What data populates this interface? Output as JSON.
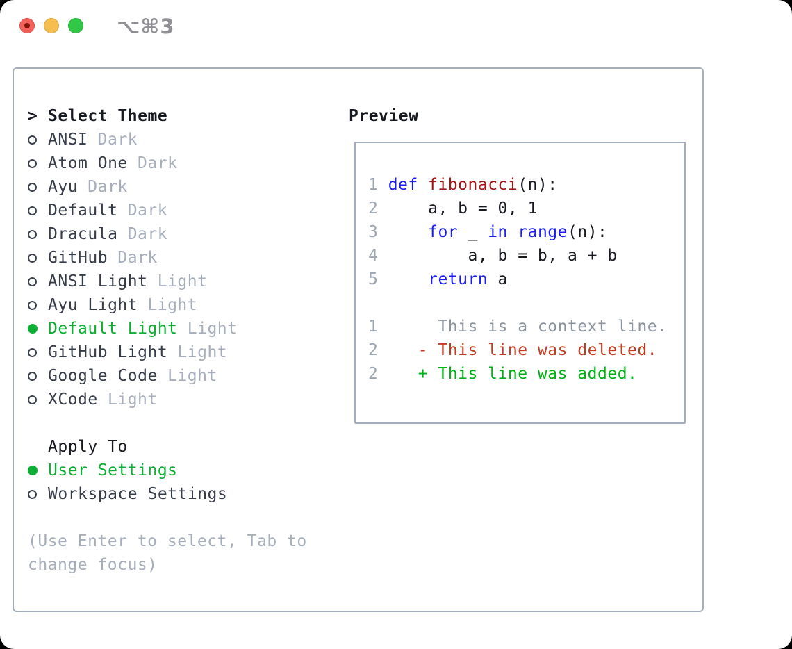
{
  "colors": {
    "accent_green": "#0caf33",
    "keyword_blue": "#1b1cf0",
    "function_red": "#a31515",
    "deleted_red": "#c13b22",
    "added_green": "#00b112",
    "text_dark": "#16191f",
    "item_text": "#363c48",
    "muted_gray": "#a7aebb",
    "gutter_gray": "#9ca6b2",
    "context_gray": "#8b939d",
    "panel_border": "#a4adbb",
    "traffic_red": "#f2615a",
    "traffic_red_dot": "#7e1506",
    "traffic_yellow": "#f6bd4f",
    "traffic_green": "#33c748",
    "hotkey_gray": "#8f8f94"
  },
  "titlebar": {
    "hotkey": "⌥⌘3"
  },
  "select_theme": {
    "prompt": ">",
    "title": "Select Theme",
    "themes": [
      {
        "name": "ANSI",
        "tag": "Dark",
        "selected": false
      },
      {
        "name": "Atom One",
        "tag": "Dark",
        "selected": false
      },
      {
        "name": "Ayu",
        "tag": "Dark",
        "selected": false
      },
      {
        "name": "Default",
        "tag": "Dark",
        "selected": false
      },
      {
        "name": "Dracula",
        "tag": "Dark",
        "selected": false
      },
      {
        "name": "GitHub",
        "tag": "Dark",
        "selected": false
      },
      {
        "name": "ANSI Light",
        "tag": "Light",
        "selected": false
      },
      {
        "name": "Ayu Light",
        "tag": "Light",
        "selected": false
      },
      {
        "name": "Default Light",
        "tag": "Light",
        "selected": true
      },
      {
        "name": "GitHub Light",
        "tag": "Light",
        "selected": false
      },
      {
        "name": "Google Code",
        "tag": "Light",
        "selected": false
      },
      {
        "name": "XCode",
        "tag": "Light",
        "selected": false
      }
    ]
  },
  "apply_to": {
    "title": "Apply To",
    "options": [
      {
        "name": "User Settings",
        "selected": true
      },
      {
        "name": "Workspace Settings",
        "selected": false
      }
    ]
  },
  "hint": {
    "line1": "(Use Enter to select, Tab to",
    "line2": "change focus)"
  },
  "preview": {
    "title": "Preview",
    "lines": [
      {
        "segs": [
          {
            "c": "gut",
            "t": "1 "
          },
          {
            "c": "kw",
            "t": "def"
          },
          {
            "c": "code",
            "t": " "
          },
          {
            "c": "fn",
            "t": "fibonacci"
          },
          {
            "c": "code",
            "t": "(n):"
          }
        ]
      },
      {
        "segs": [
          {
            "c": "gut",
            "t": "2 "
          },
          {
            "c": "code",
            "t": "    a, b = 0, 1"
          }
        ]
      },
      {
        "segs": [
          {
            "c": "gut",
            "t": "3 "
          },
          {
            "c": "code",
            "t": "    "
          },
          {
            "c": "kw",
            "t": "for"
          },
          {
            "c": "code",
            "t": " _ "
          },
          {
            "c": "kw",
            "t": "in"
          },
          {
            "c": "code",
            "t": " "
          },
          {
            "c": "kw",
            "t": "range"
          },
          {
            "c": "code",
            "t": "(n):"
          }
        ]
      },
      {
        "segs": [
          {
            "c": "gut",
            "t": "4 "
          },
          {
            "c": "code",
            "t": "        a, b = b, a + b"
          }
        ]
      },
      {
        "segs": [
          {
            "c": "gut",
            "t": "5 "
          },
          {
            "c": "code",
            "t": "    "
          },
          {
            "c": "kw",
            "t": "return"
          },
          {
            "c": "code",
            "t": " a"
          }
        ]
      },
      {
        "segs": []
      },
      {
        "segs": [
          {
            "c": "gut",
            "t": "1"
          },
          {
            "c": "ctx",
            "t": "      This is a context line."
          }
        ]
      },
      {
        "segs": [
          {
            "c": "gut",
            "t": "2"
          },
          {
            "c": "code",
            "t": "    "
          },
          {
            "c": "del",
            "t": "- This line was deleted."
          }
        ]
      },
      {
        "segs": [
          {
            "c": "gut",
            "t": "2"
          },
          {
            "c": "code",
            "t": "    "
          },
          {
            "c": "add",
            "t": "+ This line was added."
          }
        ]
      }
    ]
  }
}
